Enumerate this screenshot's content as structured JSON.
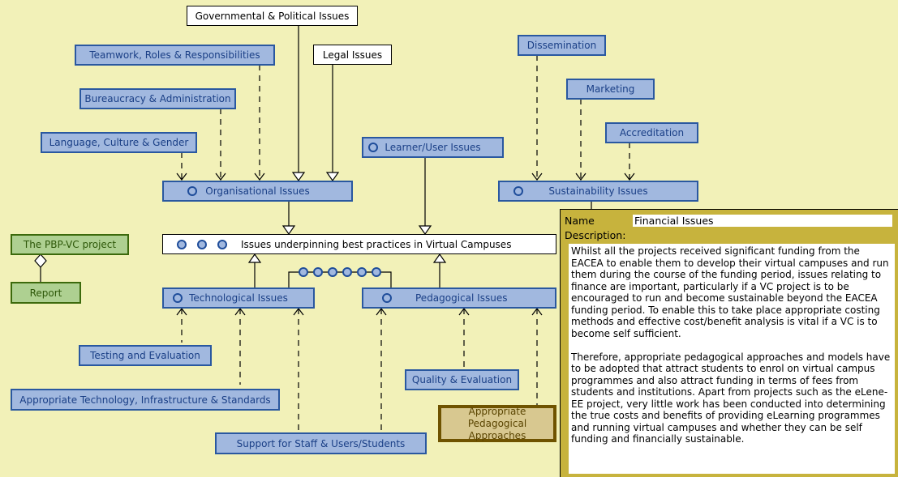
{
  "diagram": {
    "nodes": {
      "governmental": "Governmental & Political Issues",
      "teamwork": "Teamwork, Roles & Responsibilities",
      "legal": "Legal Issues",
      "bureaucracy": "Bureaucracy & Administration",
      "language": "Language, Culture & Gender",
      "learner": "Learner/User Issues",
      "organisational": "Organisational Issues",
      "dissemination": "Dissemination",
      "marketing": "Marketing",
      "accreditation": "Accreditation",
      "sustainability": "Sustainability Issues",
      "pbpvc": "The PBP-VC project",
      "report": "Report",
      "central": "Issues underpinning best practices in Virtual Campuses",
      "technological": "Technological Issues",
      "pedagogical": "Pedagogical Issues",
      "testing": "Testing and Evaluation",
      "approp_tech": "Appropriate Technology, Infrastructure & Standards",
      "quality": "Quality & Evaluation",
      "support": "Support for Staff & Users/Students",
      "approp_peda": "Appropriate Pedagogical Approaches"
    },
    "colors": {
      "background": "#f2f1b8",
      "node_fill": "#a1b8df",
      "node_border": "#2a58a0",
      "green_fill": "#aed091",
      "selected_fill": "#d8c890",
      "popup": "#c4ae34"
    }
  },
  "popup": {
    "name_label": "Name",
    "name_value": "Financial Issues",
    "description_label": "Description:",
    "description": "Whilst all the projects received significant funding from the EACEA to enable them to develop their virtual campuses and run them during the course of the funding period, issues relating to finance are important, particularly if a VC project is to be encouraged to run and become sustainable beyond the EACEA funding period. To enable this to take place appropriate costing methods and effective cost/benefit analysis is vital if a VC is to become self sufficient.\n\nTherefore, appropriate pedagogical approaches and models have to be adopted that attract students to enrol on virtual campus programmes and also attract funding in terms of fees from students and institutions. Apart from projects such as the eLene-EE project, very little work has been conducted into determining the true costs and benefits of providing eLearning programmes and running virtual campuses and whether they can be self funding and financially sustainable."
  }
}
